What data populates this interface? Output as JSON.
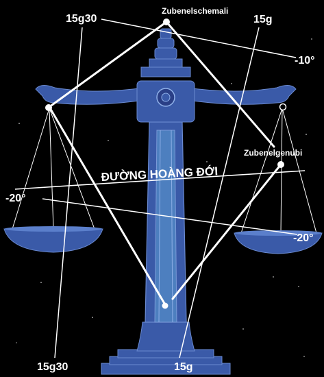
{
  "labels": {
    "zubenelschemali": "Zubenelschemali",
    "zubenelgenubi": "Zubenelgenubi",
    "ecliptic": "ĐƯỜNG HOÀNG ĐỚI",
    "ra_top_left": "15g30",
    "ra_top_right": "15g",
    "ra_bottom_left": "15g30",
    "ra_bottom_right": "15g",
    "dec_minus10": "-10°",
    "dec_minus20_left": "-20°",
    "dec_minus20_right": "-20°"
  },
  "colors": {
    "background": "#000000",
    "scale_fill": "#3a5aa8",
    "scale_dark": "#2a3f86",
    "scale_light": "#6a8ad0",
    "column_highlight": "#4d7fbf",
    "line": "#ffffff"
  }
}
